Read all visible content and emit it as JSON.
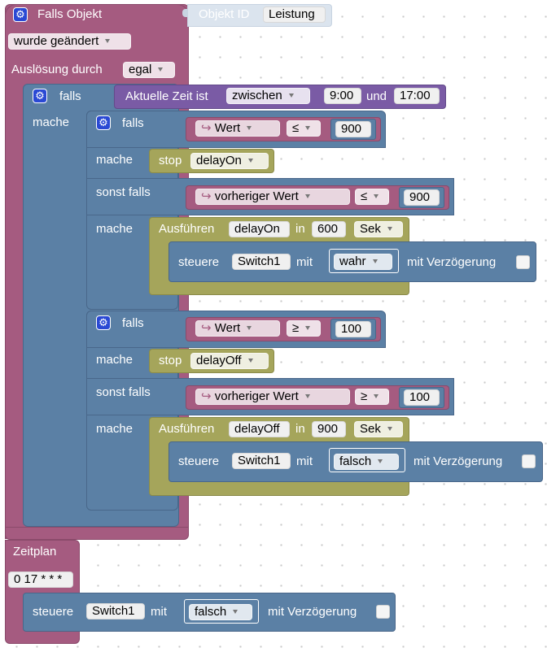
{
  "event": {
    "title": "Falls Objekt",
    "object_id_label": "Objekt ID",
    "object_id_value": "Leistung",
    "trigger": "wurde geändert",
    "ausloesung_label": "Auslösung durch",
    "ausloesung_value": "egal"
  },
  "outer_if": {
    "falls": "falls",
    "mache": "mache",
    "time": {
      "label": "Aktuelle Zeit ist",
      "op": "zwischen",
      "from": "9:00",
      "and": "und",
      "to": "17:00"
    }
  },
  "if1": {
    "falls": "falls",
    "cond": {
      "var": "Wert",
      "op": "≤",
      "value": "900"
    },
    "mache": "mache",
    "stop_label": "stop",
    "stop_timer": "delayOn",
    "sonst_falls": "sonst falls",
    "cond2": {
      "var": "vorheriger Wert",
      "op": "≤",
      "value": "900"
    },
    "mache2": "mache",
    "timeout": {
      "label": "Ausführen",
      "name": "delayOn",
      "in": "in",
      "delay": "600",
      "unit": "Sek"
    },
    "control": {
      "label": "steuere",
      "target": "Switch1",
      "mit": "mit",
      "value": "wahr",
      "delay_label": "mit Verzögerung"
    }
  },
  "if2": {
    "falls": "falls",
    "cond": {
      "var": "Wert",
      "op": "≥",
      "value": "100"
    },
    "mache": "mache",
    "stop_label": "stop",
    "stop_timer": "delayOff",
    "sonst_falls": "sonst falls",
    "cond2": {
      "var": "vorheriger Wert",
      "op": "≥",
      "value": "100"
    },
    "mache2": "mache",
    "timeout": {
      "label": "Ausführen",
      "name": "delayOff",
      "in": "in",
      "delay": "900",
      "unit": "Sek"
    },
    "control": {
      "label": "steuere",
      "target": "Switch1",
      "mit": "mit",
      "value": "falsch",
      "delay_label": "mit Verzögerung"
    }
  },
  "schedule": {
    "label": "Zeitplan",
    "cron": "0 17 * * *",
    "control": {
      "label": "steuere",
      "target": "Switch1",
      "mit": "mit",
      "value": "falsch",
      "delay_label": "mit Verzögerung"
    }
  },
  "icons": {
    "gear": "gear-icon",
    "var": "variable-arrow-icon"
  },
  "colors": {
    "event": "#a55b80",
    "logic": "#5b80a5",
    "time": "#7a5ba5",
    "timer": "#a5a55b",
    "gear": "#2a49d4"
  }
}
